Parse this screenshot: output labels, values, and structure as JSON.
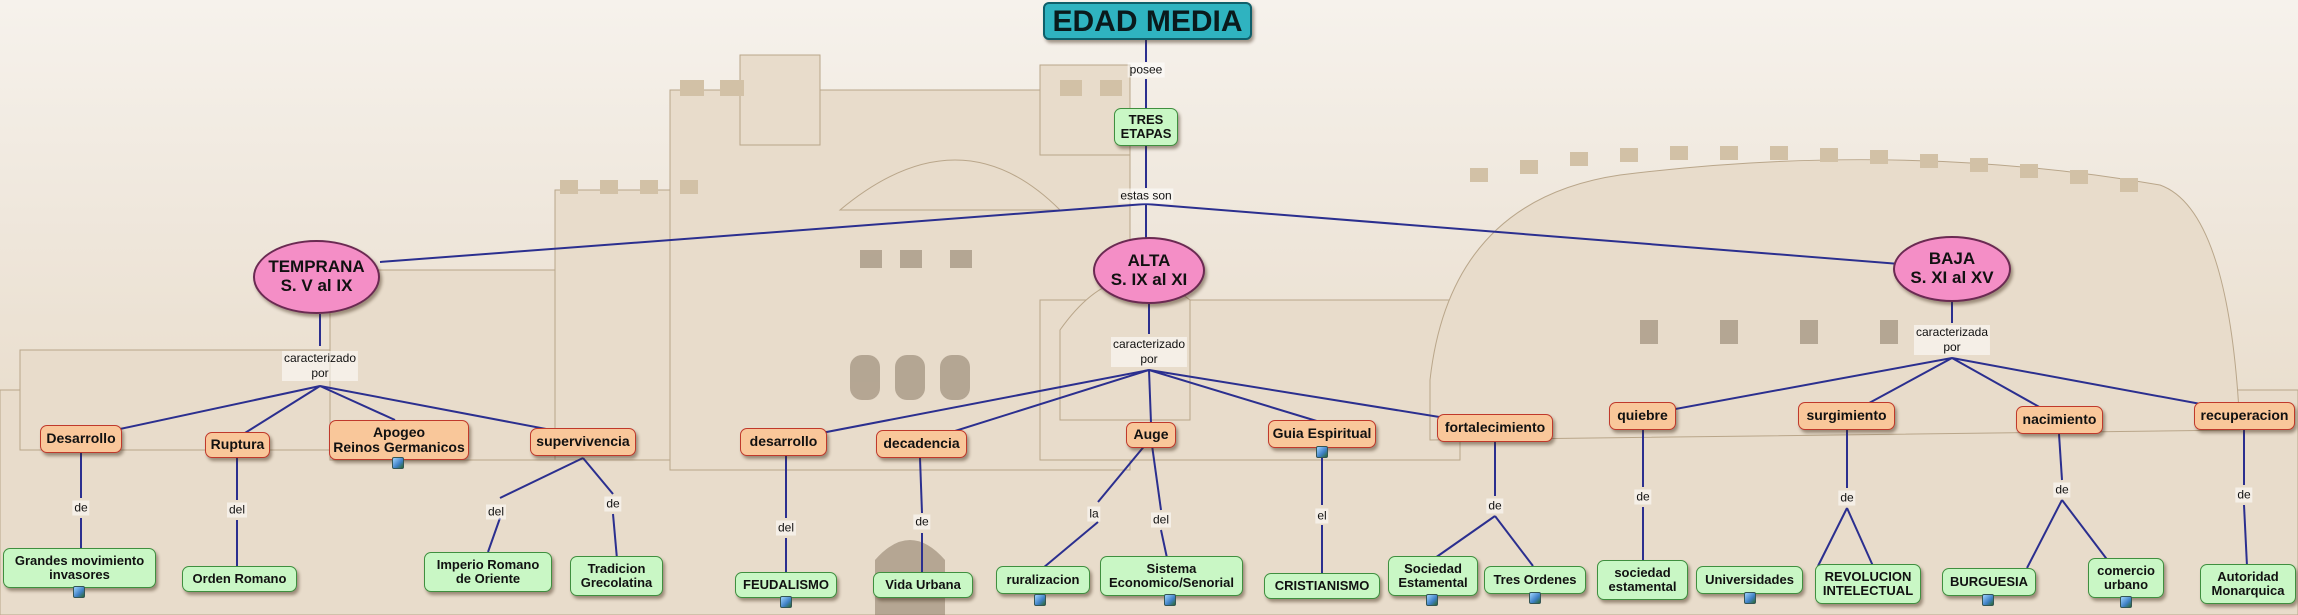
{
  "title": "EDAD MEDIA",
  "link_labels": {
    "posee": "posee",
    "estas_son": "estas son",
    "caracterizado_por_1": "caracterizado\npor",
    "caracterizado_por_2": "caracterizado\npor",
    "caracterizada_por": "caracterizada\npor",
    "de": "de",
    "del": "del",
    "la": "la",
    "el": "el"
  },
  "concepts": {
    "tres_etapas": "TRES\nETAPAS",
    "temprana": "TEMPRANA\nS. V al IX",
    "alta": "ALTA\nS. IX al XI",
    "baja": "BAJA\nS. XI al XV",
    "desarrollo_1": "Desarrollo",
    "ruptura": "Ruptura",
    "apogeo": "Apogeo\nReinos Germanicos",
    "supervivencia": "supervivencia",
    "desarrollo_2": "desarrollo",
    "decadencia": "decadencia",
    "auge": "Auge",
    "guia_espiritual": "Guia Espiritual",
    "fortalecimiento": "fortalecimiento",
    "quiebre": "quiebre",
    "surgimiento": "surgimiento",
    "nacimiento": "nacimiento",
    "recuperacion": "recuperacion",
    "grandes_movimiento": "Grandes movimiento\ninvasores",
    "orden_romano": "Orden Romano",
    "imperio_romano": "Imperio Romano\nde Oriente",
    "tradicion": "Tradicion\nGrecolatina",
    "feudalismo": "FEUDALISMO",
    "vida_urbana": "Vida Urbana",
    "ruralizacion": "ruralizacion",
    "sistema": "Sistema\nEconomico/Senorial",
    "cristianismo": "CRISTIANISMO",
    "sociedad_estamental_1": "Sociedad\nEstamental",
    "tres_ordenes": "Tres Ordenes",
    "sociedad_estamental_2": "sociedad\nestamental",
    "universidades": "Universidades",
    "revolucion": "REVOLUCION\nINTELECTUAL",
    "burguesia": "BURGUESIA",
    "comercio_urbano": "comercio\nurbano",
    "autoridad": "Autoridad\nMonarquica"
  },
  "colors": {
    "root": "#2fb3c0",
    "period": "#f48ec6",
    "feature": "#f9c79a",
    "detail": "#c9f7c5",
    "link": "#2b2f8f"
  },
  "icon_names": [
    "resource-image-icon"
  ]
}
